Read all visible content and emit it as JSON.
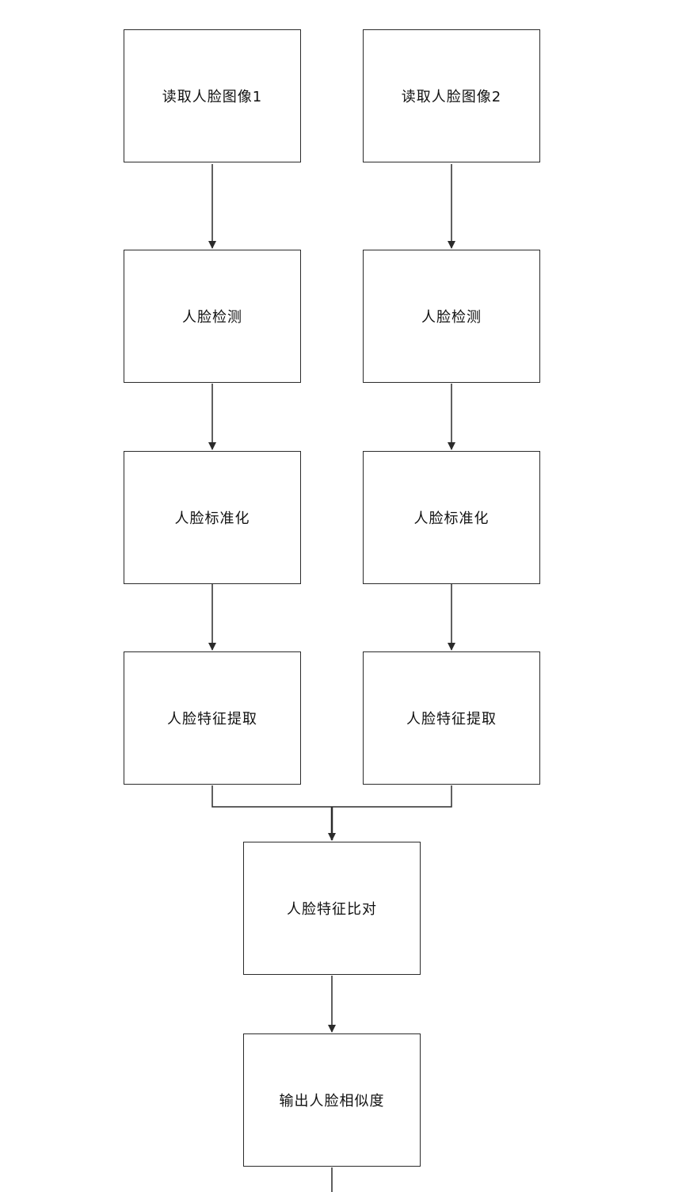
{
  "left_column": {
    "read_image": "读取人脸图像1",
    "detect": "人脸检测",
    "normalize": "人脸标准化",
    "extract": "人脸特征提取"
  },
  "right_column": {
    "read_image": "读取人脸图像2",
    "detect": "人脸检测",
    "normalize": "人脸标准化",
    "extract": "人脸特征提取"
  },
  "merged": {
    "compare": "人脸特征比对",
    "output": "输出人脸相似度"
  },
  "colors": {
    "stroke": "#2b2b2b",
    "text": "#111111",
    "background": "#ffffff"
  }
}
